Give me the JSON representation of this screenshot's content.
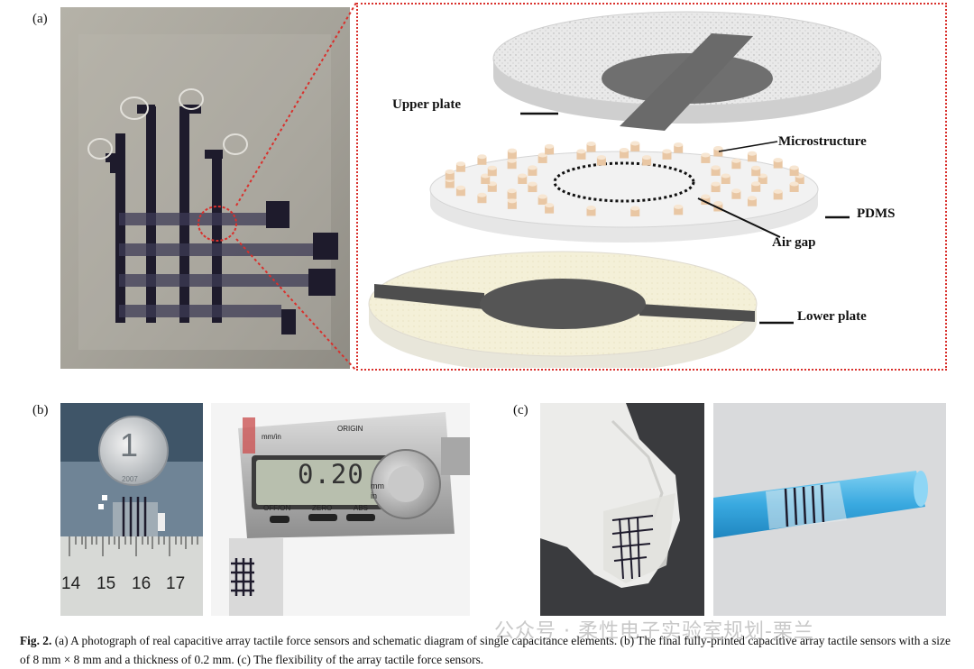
{
  "panels": {
    "a": {
      "letter": "(a)"
    },
    "b": {
      "letter": "(b)"
    },
    "c": {
      "letter": "(c)"
    }
  },
  "schematic_labels": {
    "upper_plate": "Upper plate",
    "microstructure": "Microstructure",
    "pdms": "PDMS",
    "air_gap": "Air gap",
    "lower_plate": "Lower plate"
  },
  "ruler_numbers": [
    "14",
    "15",
    "16",
    "17"
  ],
  "coin_text": {
    "value": "1",
    "year": "2007"
  },
  "caliper": {
    "reading": "0.20",
    "unit_mm": "mm",
    "unit_in": "in",
    "origin": "ORIGIN",
    "mm_in": "mm/in",
    "off_on": "OFF/ON",
    "zero": "ZERO",
    "abs": "ABS"
  },
  "watermark": "公众号 · 柔性电子实验室规划-栗兰",
  "caption": {
    "fig_no": "Fig. 2.",
    "text": "(a) A photograph of real capacitive array tactile force sensors and schematic diagram of single capacitance elements. (b) The final fully-printed capacitive array tactile sensors with a size of 8 mm × 8 mm and a thickness of 0.2 mm. (c) The flexibility of the array tactile force sensors."
  },
  "colors": {
    "zoom_border": "#d9302c",
    "electrode": "#1e1b2c",
    "tube": "#39a9e0"
  }
}
